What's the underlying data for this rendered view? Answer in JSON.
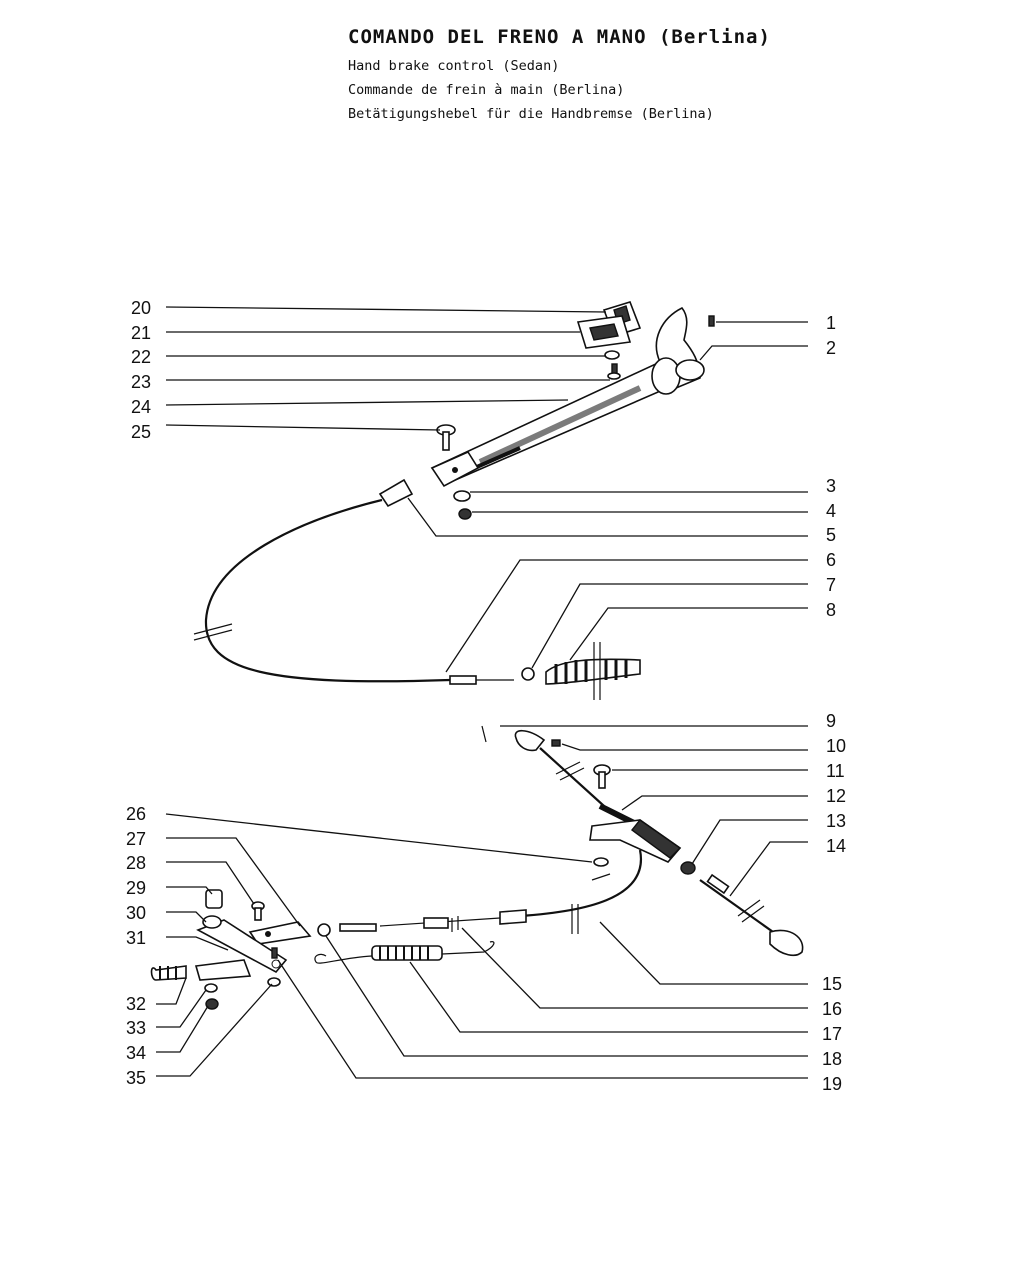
{
  "header": {
    "title": "COMANDO DEL FRENO A MANO (Berlina)",
    "subtitle_en": "Hand brake control (Sedan)",
    "subtitle_fr": "Commande de frein à main (Berlina)",
    "subtitle_de": "Betätigungshebel für die Handbremse (Berlina)"
  },
  "part_numbers": {
    "left": [
      "20",
      "21",
      "22",
      "23",
      "24",
      "25",
      "26",
      "27",
      "28",
      "29",
      "30",
      "31",
      "32",
      "33",
      "34",
      "35"
    ],
    "right": [
      "1",
      "2",
      "3",
      "4",
      "5",
      "6",
      "7",
      "8",
      "9",
      "10",
      "11",
      "12",
      "13",
      "14",
      "15",
      "16",
      "17",
      "18",
      "19"
    ]
  }
}
